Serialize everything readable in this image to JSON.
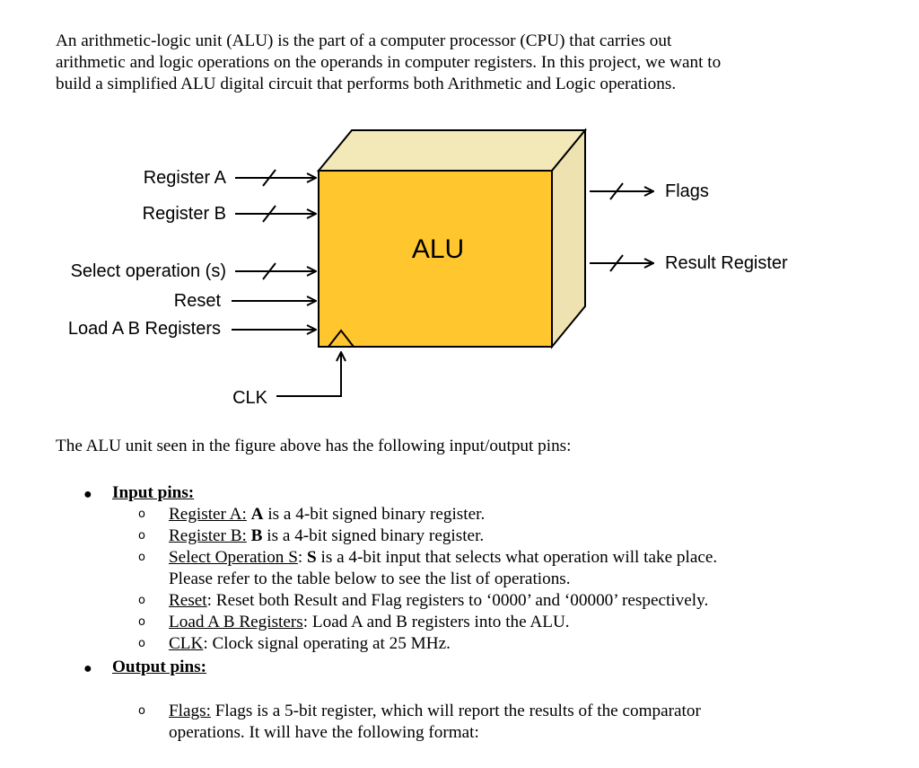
{
  "intro": {
    "line1": "An arithmetic-logic unit (ALU) is the part of a computer processor (CPU) that carries out",
    "line2": "arithmetic and logic operations on the operands in computer registers. In this project, we want to",
    "line3": "build a simplified ALU digital circuit that performs both Arithmetic and Logic operations."
  },
  "diagram": {
    "block_label": "ALU",
    "inputs": {
      "register_a": "Register A",
      "register_b": "Register B",
      "select_operation": "Select operation (s)",
      "reset": "Reset",
      "load_ab": "Load A B Registers",
      "clk": "CLK"
    },
    "outputs": {
      "flags": "Flags",
      "result_register": "Result Register"
    },
    "colors": {
      "front": "#FFC62E",
      "top": "#F2E8B8",
      "side": "#EEE3B0",
      "stroke": "#000000"
    }
  },
  "pins_intro": "The ALU unit seen in the figure above has the following input/output pins:",
  "input_pins": {
    "heading": "Input pins:",
    "items": [
      {
        "name": "Register A:",
        "pre": " ",
        "bold": "A",
        "rest": " is a 4-bit signed binary register."
      },
      {
        "name": "Register B:",
        "pre": " ",
        "bold": "B",
        "rest": " is a 4-bit signed binary register."
      },
      {
        "name": "Select Operation S",
        "pre": ": ",
        "bold": "S",
        "rest": " is a 4-bit input that selects what operation will take place.",
        "cont": "Please refer to the table below to see the list of operations."
      },
      {
        "name": "Reset",
        "pre": "",
        "bold": "",
        "rest": ": Reset both Result and Flag registers to ‘0000’ and ‘00000’ respectively."
      },
      {
        "name": "Load A B Registers",
        "pre": "",
        "bold": "",
        "rest": ": Load A and B registers into the ALU."
      },
      {
        "name": "CLK",
        "pre": "",
        "bold": "",
        "rest": ": Clock signal operating at 25 MHz."
      }
    ]
  },
  "output_pins": {
    "heading": "Output pins:",
    "items": [
      {
        "name": "Flags:",
        "rest": " Flags is a 5-bit register, which will report the results of the comparator",
        "cont": "operations. It will have the following format:"
      }
    ]
  },
  "bullet_symbol": "●",
  "sub_bullet_symbol": "o"
}
